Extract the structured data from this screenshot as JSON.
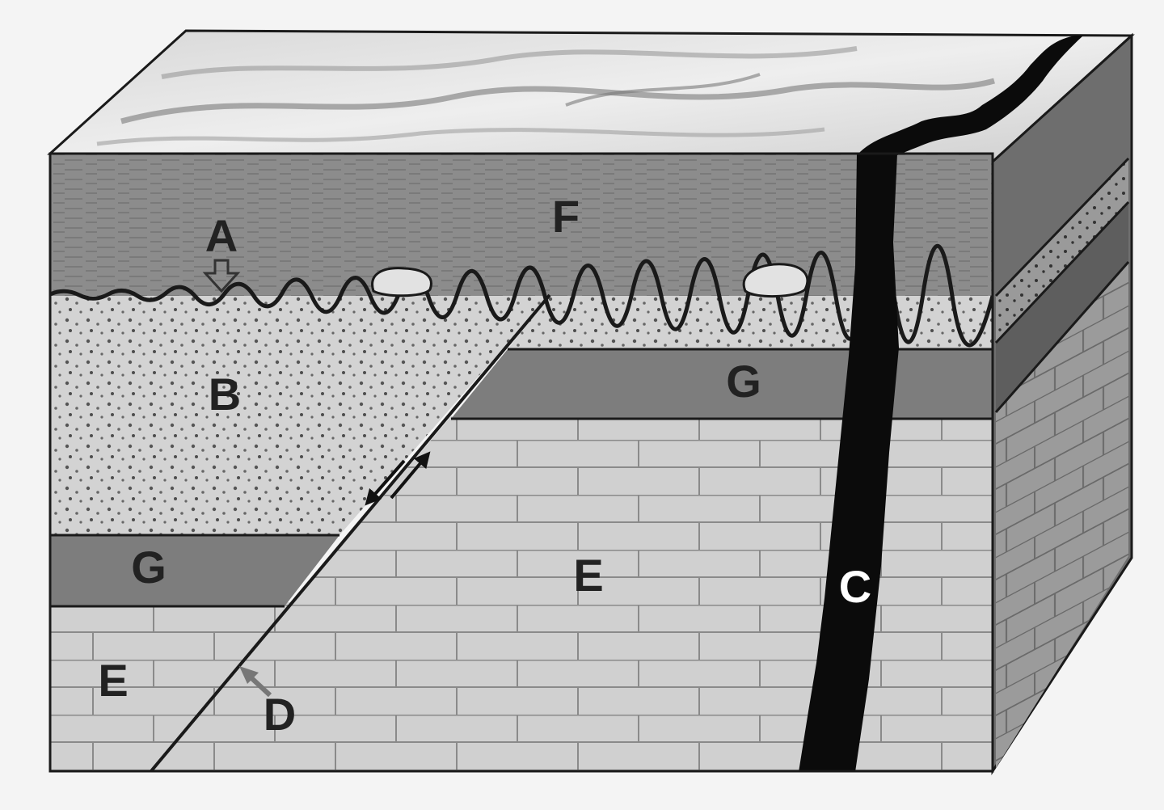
{
  "diagram": {
    "labels": {
      "A": "A",
      "B": "B",
      "C": "C",
      "D": "D",
      "E_main": "E",
      "E_left": "E",
      "F": "F",
      "G_left": "G",
      "G_right": "G"
    }
  },
  "colors": {
    "background": "#f4f4f4",
    "outline": "#1a1a1a",
    "layer_F": "#8c8c8c",
    "layer_B": "#d3d3d3",
    "layer_G": "#7d7d7d",
    "layer_E": "#d0d0d0",
    "brick_line": "#8a8a8a",
    "dike_C": "#0b0b0b",
    "surface_top": "#e0e0e0",
    "side_face": "#6e6e6e",
    "label_dark": "#222222",
    "label_light": "#ffffff"
  }
}
